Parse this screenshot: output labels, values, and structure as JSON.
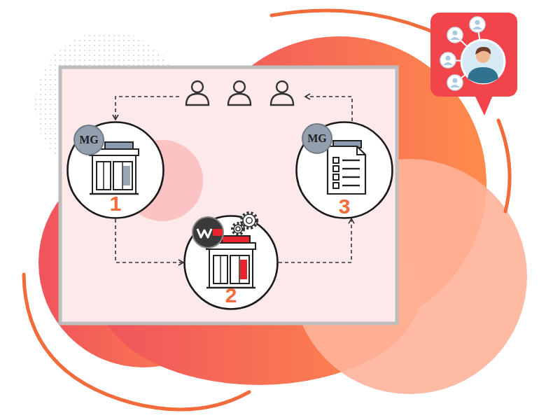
{
  "diagram": {
    "nodes": [
      {
        "text": [
          "1"
        ]
      },
      {
        "text": [
          "2"
        ]
      },
      {
        "text": [
          "3"
        ]
      }
    ],
    "edges": [
      {
        "from": 0,
        "to": 1,
        "arrow": "to"
      },
      {
        "from": 1,
        "to": 2,
        "arrow": "to"
      }
    ],
    "labels": [
      "MG",
      "MG"
    ]
  }
}
